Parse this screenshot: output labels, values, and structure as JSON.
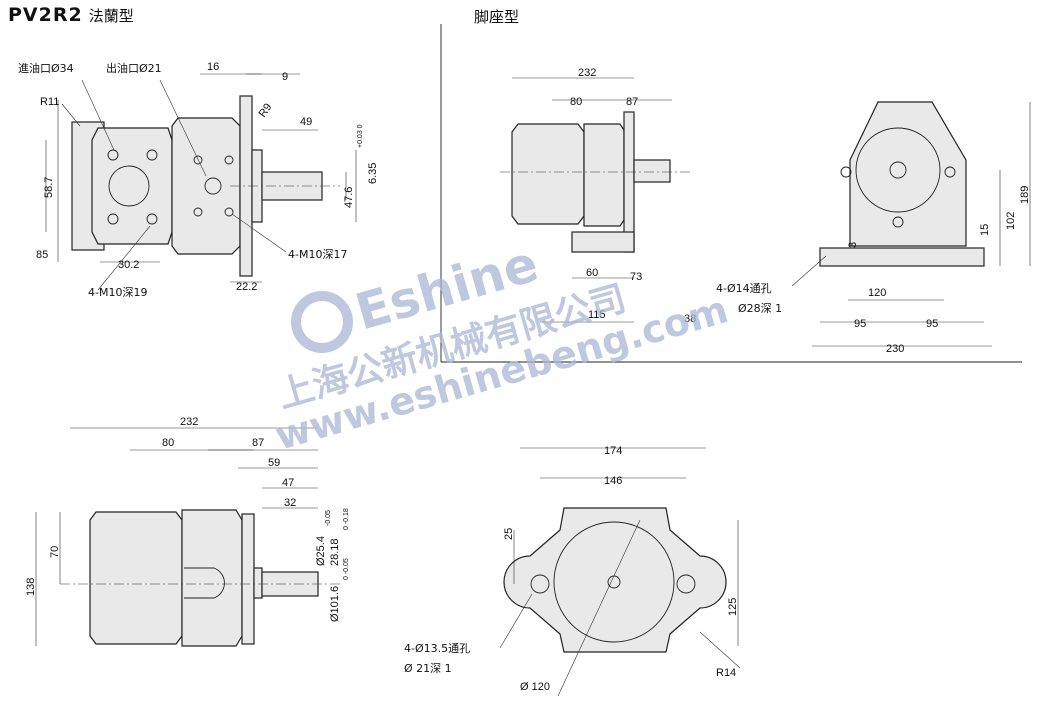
{
  "header": {
    "model": "PV2R2",
    "flange_type": "法蘭型",
    "foot_type": "脚座型"
  },
  "flange_view_1": {
    "inlet": "進油口Ø34",
    "outlet": "出油口Ø21",
    "r11": "R11",
    "r9": "R9",
    "d16": "16",
    "d9": "9",
    "d49": "49",
    "d58_7": "58.7",
    "d85": "85",
    "d30_2": "30.2",
    "d22_2": "22.2",
    "d47_6": "47.6",
    "d6_35": "6.35",
    "d6_35_tol": "+0.03 0",
    "m10_17": "4-M10深17",
    "m10_19": "4-M10深19"
  },
  "foot_view": {
    "d232": "232",
    "d80": "80",
    "d87": "87",
    "d60": "60",
    "d73": "73",
    "d115": "115",
    "d38": "38",
    "d3": "3",
    "d15": "15",
    "d102": "102",
    "d189": "189",
    "d120": "120",
    "d95a": "95",
    "d95b": "95",
    "d230": "230",
    "hole": "4-Ø14通孔",
    "cbore": "Ø28深 1"
  },
  "flange_view_2": {
    "d232": "232",
    "d80": "80",
    "d87": "87",
    "d59": "59",
    "d47": "47",
    "d32": "32",
    "d70": "70",
    "d138": "138",
    "shaft1": "Ø25.4",
    "shaft1_tol": "-0.05",
    "shaft2": "28.18",
    "shaft2_tol": "0 -0.18",
    "pilot": "Ø101.6",
    "pilot_tol": "0 -0.05"
  },
  "front_view": {
    "d174": "174",
    "d146": "146",
    "d25": "25",
    "d125": "125",
    "hole": "4-Ø13.5通孔",
    "cbore": "Ø 21深 1",
    "pcd": "Ø 120",
    "r14": "R14"
  },
  "watermark": {
    "brand": "Eshine",
    "company": "上海公新机械有限公司",
    "url": "www.eshinebeng.com"
  }
}
